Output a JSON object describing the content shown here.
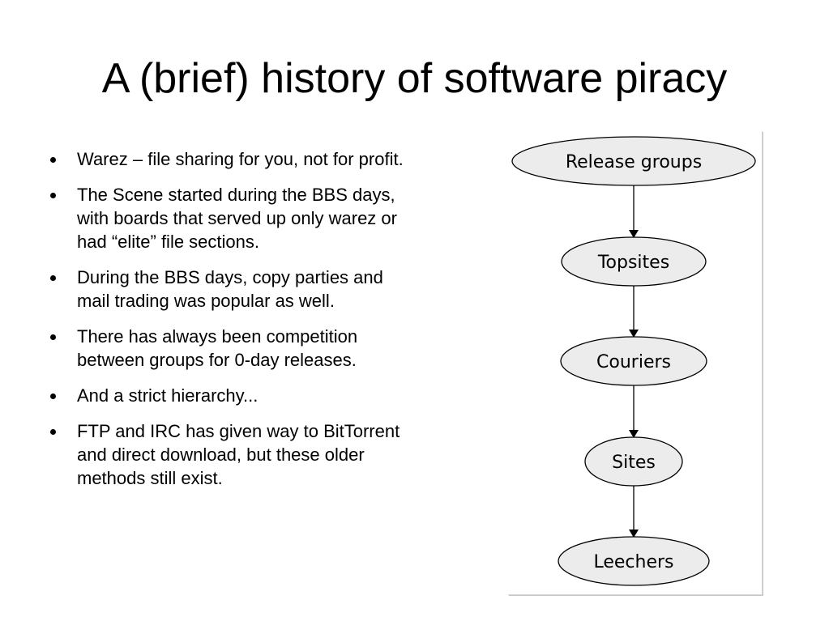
{
  "slide": {
    "title": "A (brief) history of software piracy"
  },
  "bullets": [
    "Warez – file sharing for you, not for profit.",
    "The Scene started during the BBS days, with boards that served up only warez or had “elite” file sections.",
    "During the BBS days, copy parties and mail trading was popular as well.",
    "There has always been competition between groups for 0-day releases.",
    "And a strict hierarchy...",
    "FTP and IRC has given way to BitTorrent and direct download, but these older methods still exist."
  ],
  "diagram": {
    "node_fill": "#ececec",
    "stroke": "#000000",
    "nodes": [
      "Release groups",
      "Topsites",
      "Couriers",
      "Sites",
      "Leechers"
    ],
    "edges": [
      [
        "Release groups",
        "Topsites"
      ],
      [
        "Topsites",
        "Couriers"
      ],
      [
        "Couriers",
        "Sites"
      ],
      [
        "Sites",
        "Leechers"
      ]
    ]
  }
}
